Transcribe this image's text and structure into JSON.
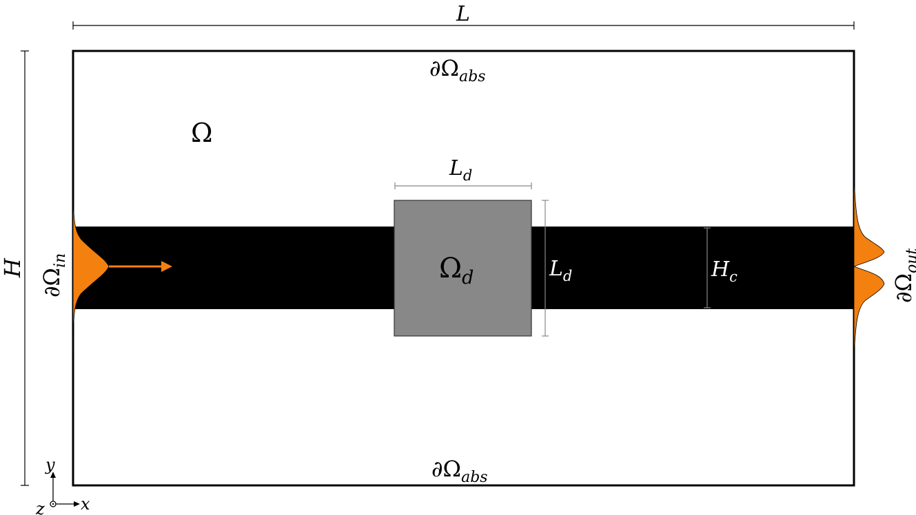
{
  "labels": {
    "length": "L",
    "height": "H",
    "domain": "Ω",
    "abs_top_main": "∂Ω",
    "abs_top_sub": "abs",
    "abs_bottom_main": "∂Ω",
    "abs_bottom_sub": "abs",
    "inlet_main": "∂Ω",
    "inlet_sub": "in",
    "outlet_main": "∂Ω",
    "outlet_sub": "out",
    "design_main": "Ω",
    "design_sub": "d",
    "design_width_main": "L",
    "design_width_sub": "d",
    "design_height_main": "L",
    "design_height_sub": "d",
    "channel_height_main": "H",
    "channel_height_sub": "c",
    "axis_x": "x",
    "axis_y": "y",
    "axis_z": "z"
  },
  "colors": {
    "channel": "#000000",
    "design_region": "#888888",
    "source_profile": "#f48010",
    "dimension_line_light": "#888888",
    "dimension_line_dark": "#000000"
  }
}
